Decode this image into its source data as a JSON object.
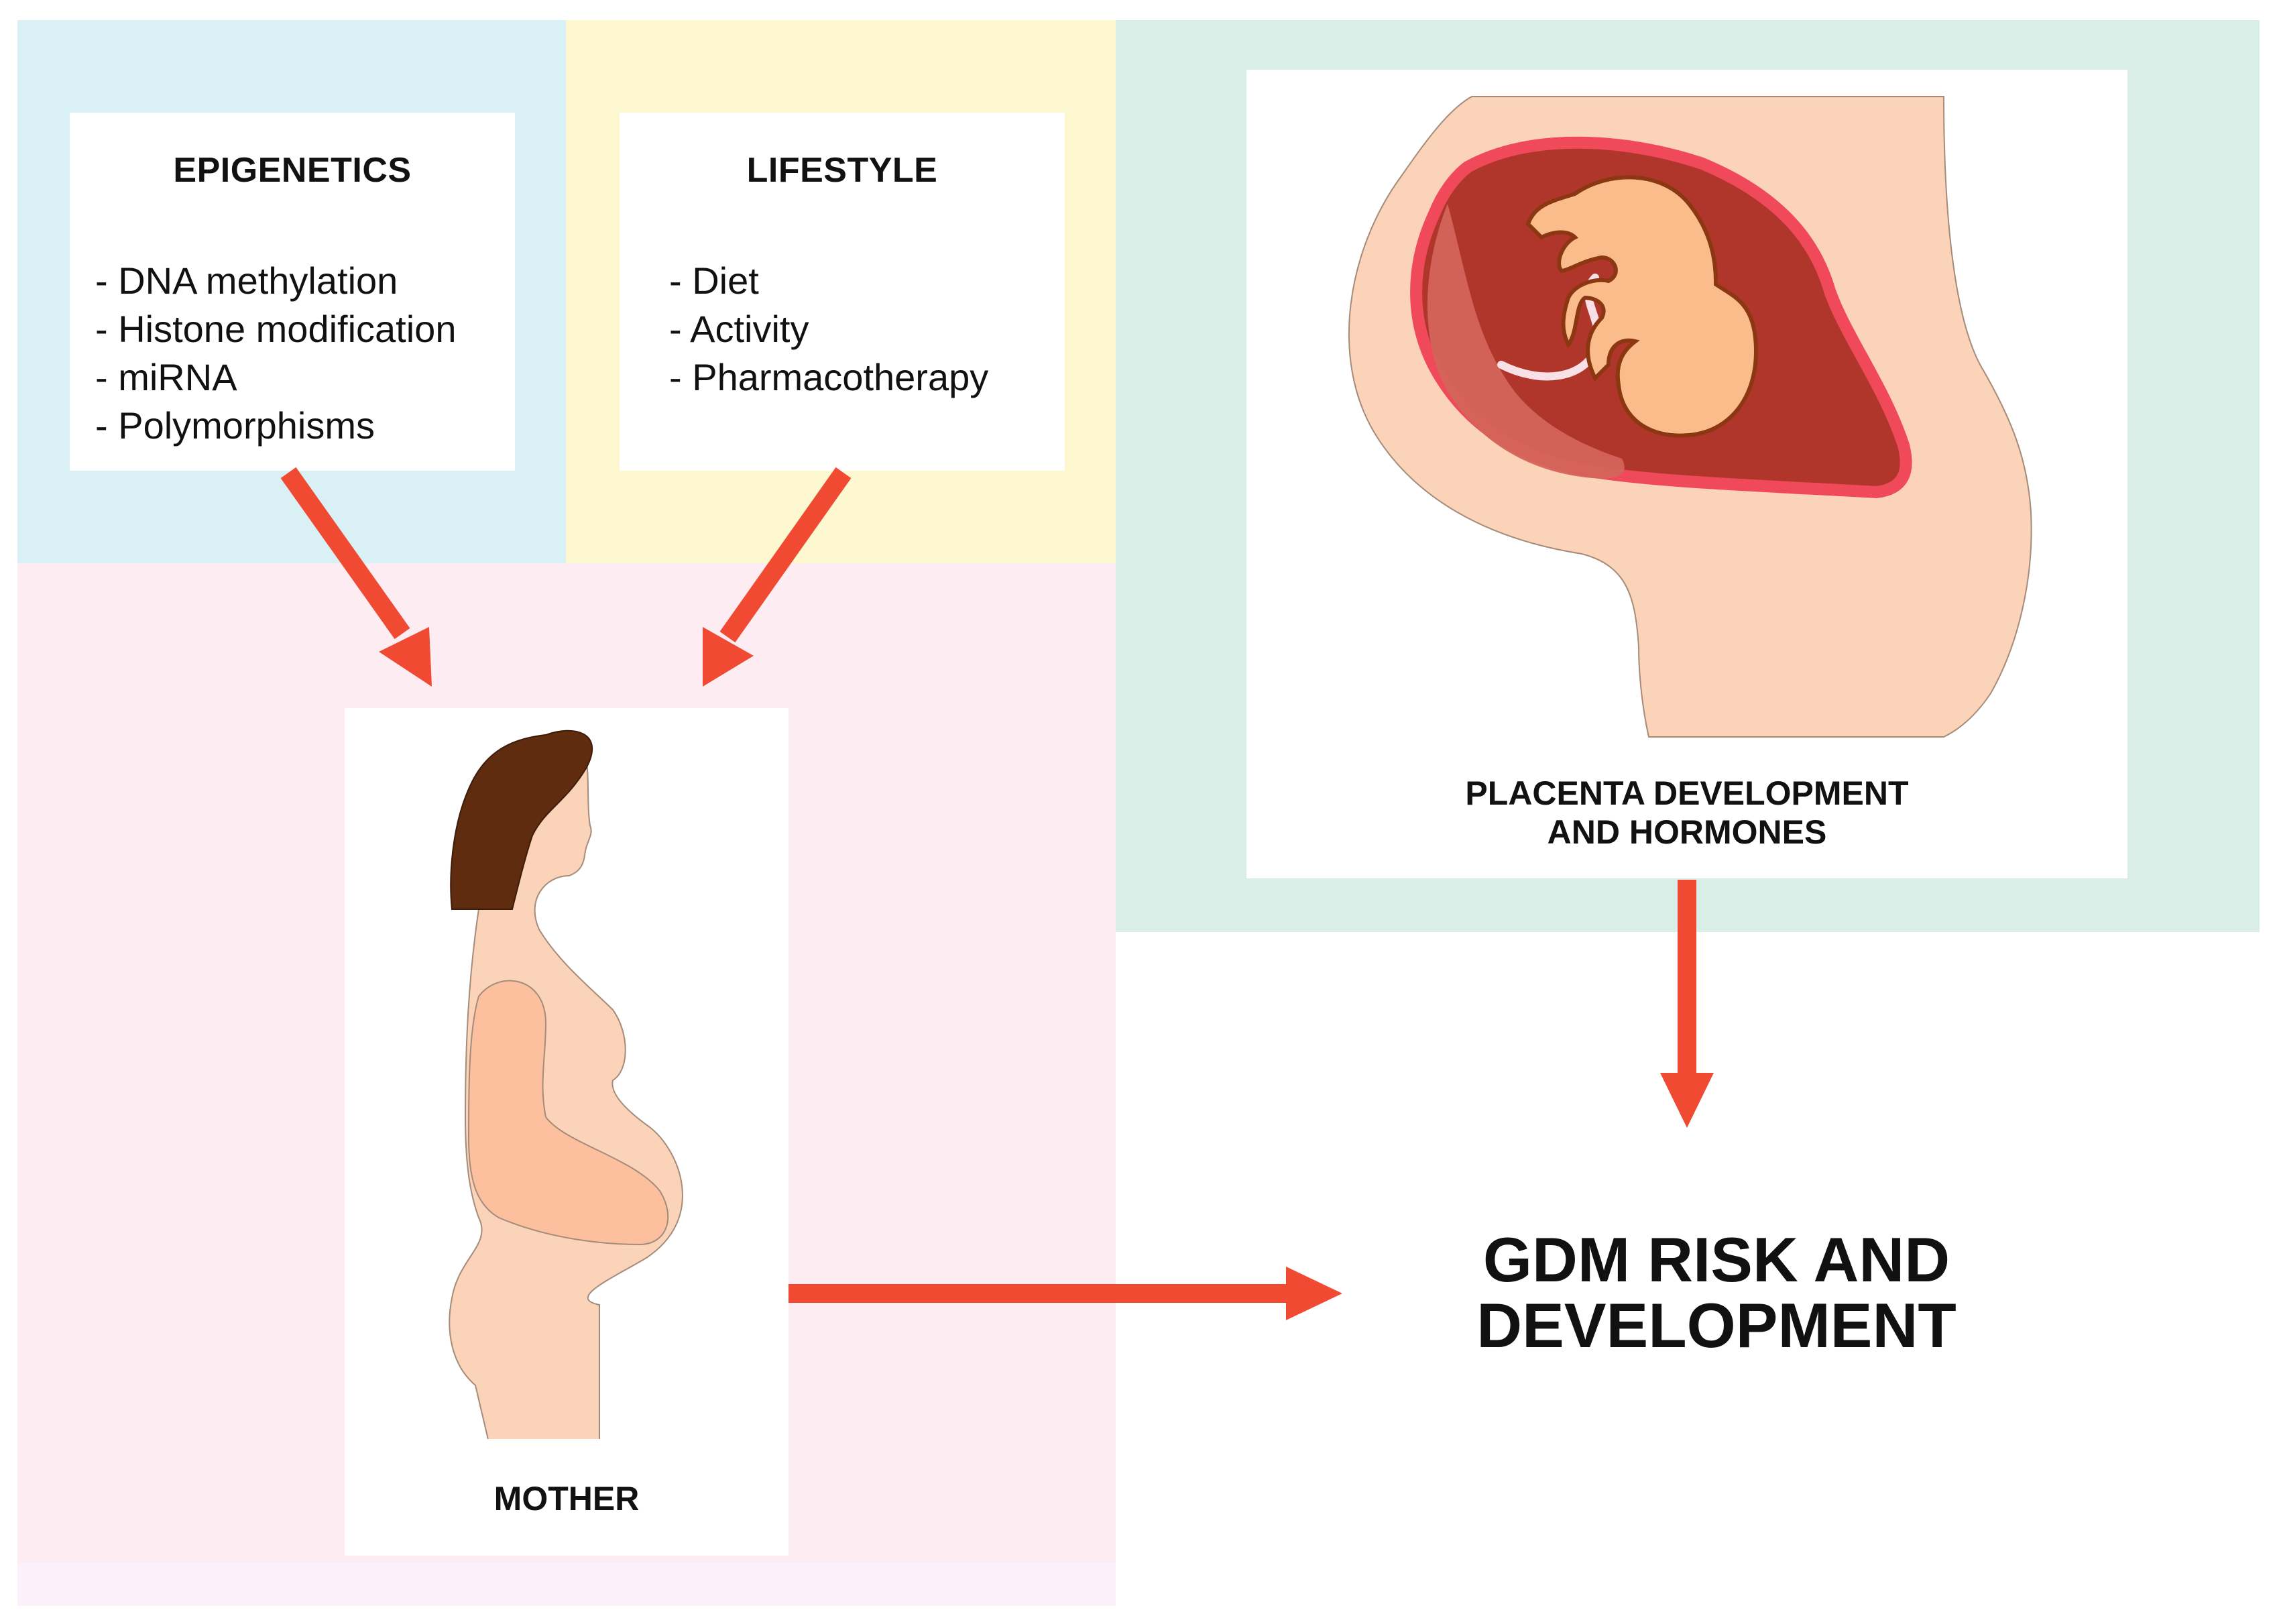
{
  "colors": {
    "epigenetics_bg": "#d9f0f4",
    "lifestyle_bg": "#fdf8d0",
    "mother_bg": "#fdedf3",
    "placenta_bg": "#d8eee6",
    "arrow": "#f04a33",
    "skin": "#fad3b8",
    "hair": "#602c0f",
    "uterus_outline": "#f04a5a",
    "uterus_fill": "#b0362b"
  },
  "epigenetics": {
    "title": "EPIGENETICS",
    "items": [
      "DNA methylation",
      "Histone modification",
      "miRNA",
      "Polymorphisms"
    ]
  },
  "lifestyle": {
    "title": "LIFESTYLE",
    "items": [
      "Diet",
      "Activity",
      "Pharmacotherapy"
    ]
  },
  "mother": {
    "label": "MOTHER"
  },
  "placenta": {
    "label_line1": "PLACENTA DEVELOPMENT",
    "label_line2": "AND HORMONES"
  },
  "outcome": {
    "line1": "GDM RISK AND",
    "line2": "DEVELOPMENT"
  },
  "icons": [
    "pregnant-woman-icon",
    "fetus-in-womb-icon"
  ]
}
